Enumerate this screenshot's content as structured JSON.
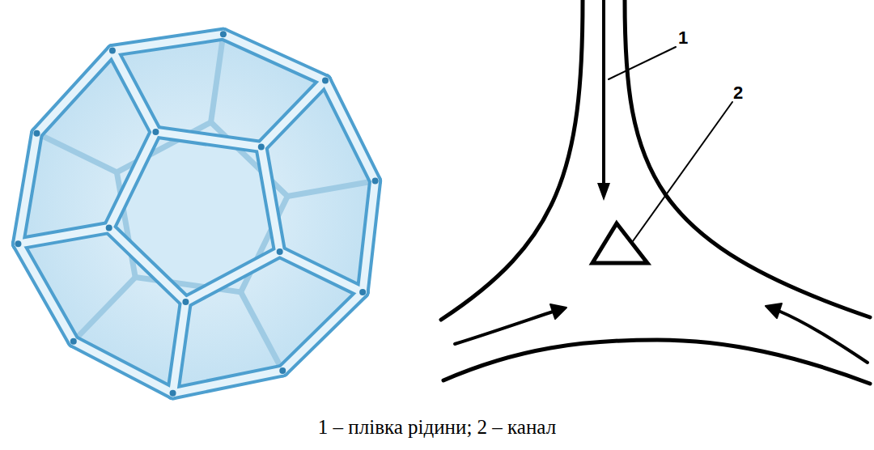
{
  "diagram": {
    "caption": "1 – плівка рідини; 2 – канал",
    "labels": [
      "1",
      "2"
    ]
  }
}
